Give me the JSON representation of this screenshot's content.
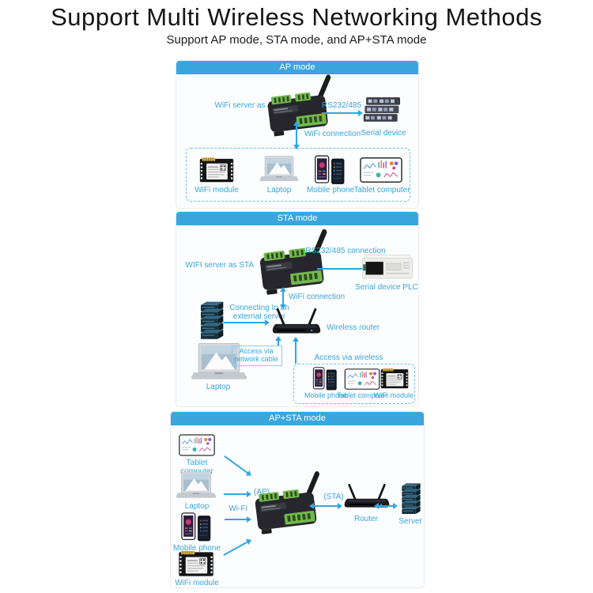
{
  "page": {
    "title": "Support Multi Wireless Networking Methods",
    "subtitle": "Support AP mode, STA mode, and AP+STA mode"
  },
  "colors": {
    "accent": "#3BA6DE",
    "label_blue": "#3AA6DD",
    "arrow_blue": "#2FA7E4"
  },
  "panels": {
    "ap": {
      "header": "AP mode",
      "server_label": "WiFi server as AP",
      "serial_link_label": "RS232/485",
      "serial_device_label": "Serial device",
      "wifi_link_label": "WiFi connection",
      "clients": {
        "wifi_module": "WiFi module",
        "laptop": "Laptop",
        "mobile_phone": "Mobile phone",
        "tablet": "Tablet computer"
      }
    },
    "sta": {
      "header": "STA mode",
      "server_label": "WIFI server as STA",
      "serial_link_label": "RS232/485 connection",
      "plc_label": "Serial device PLC",
      "wifi_link_label": "WiFi connection",
      "external_server_label": "Connecting to an external server",
      "router_label": "Wireless router",
      "wired_access_label": "Access via network cable",
      "laptop_label": "Laptop",
      "wireless_access_label": "Access via wireless",
      "clients": {
        "mobile_phone": "Mobile phone",
        "tablet": "Tablet computer",
        "wifi_module": "WiFi module"
      }
    },
    "apsta": {
      "header": "AP+STA mode",
      "tablet_label": "Tablet computer",
      "laptop_label": "Laptop",
      "mobile_label": "Mobile phone",
      "module_label": "WiFi module",
      "wifi_label": "Wi-Fi",
      "ap_tag": "(AP)",
      "sta_tag": "(STA)",
      "router_label": "Router",
      "server_label": "Server"
    }
  }
}
